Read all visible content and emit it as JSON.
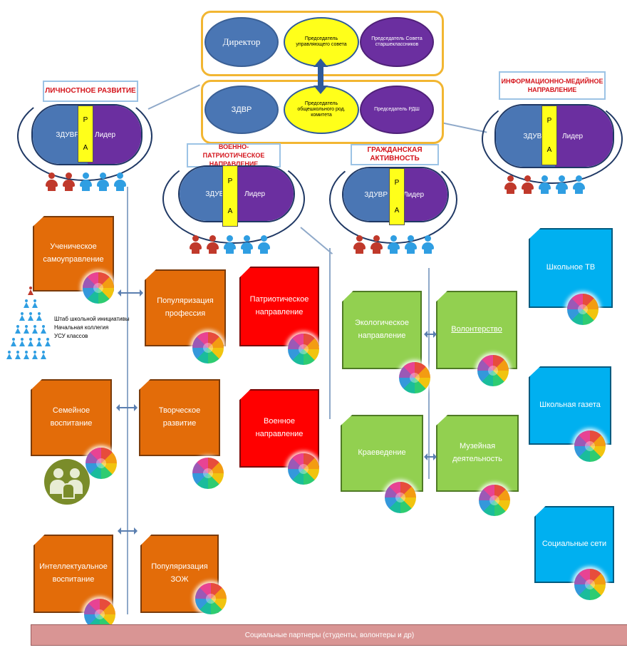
{
  "top": {
    "row1": [
      "Директор",
      "Председатель управляющего совета",
      "Председатель Совета старшеклассников"
    ],
    "row2": [
      "ЗДВР",
      "Председатель общешкольного род. комитета",
      "Председатель РДШ"
    ]
  },
  "clusters": [
    {
      "title": "ЛИЧНОСТНОЕ РАЗВИТИЕ",
      "left": "ЗДУВР",
      "ra_top": "Р",
      "ra_bottom": "А",
      "right": "Лидер"
    },
    {
      "title": "ВОЕННО-ПАТРИОТИЧЕСКОЕ НАПРАВЛЕНИЕ",
      "left": "ЗДУВР",
      "ra_top": "Р",
      "ra_bottom": "А",
      "right": "Лидер"
    },
    {
      "title": "ГРАЖДАНСКАЯ АКТИВНОСТЬ",
      "left": "ЗДУВР",
      "ra_top": "Р",
      "ra_bottom": "А",
      "right": "Лидер"
    },
    {
      "title": "ИНФОРМАЦИОННО-МЕДИЙНОЕ НАПРАВЛЕНИЕ",
      "left": "ЗДУВР",
      "ra_top": "Р",
      "ra_bottom": "А",
      "right": "Лидер"
    }
  ],
  "cards": {
    "orange": [
      "Ученическое самоуправление",
      "Популяризация профессия",
      "Семейное воспитание",
      "Творческое развитие",
      "Интеллектуальное воспитание",
      "Популяризация ЗОЖ"
    ],
    "red": [
      "Патриотическое направление",
      "Военное направление"
    ],
    "green": [
      "Экологическое направление",
      "Волонтерство",
      "Краеведение",
      "Музейная деятельность"
    ],
    "cyan": [
      "Школьное ТВ",
      "Школьная газета",
      "Социальные сети"
    ]
  },
  "self_gov_list": [
    "Штаб школьной инициативы",
    "Начальная коллегия",
    "УСУ классов"
  ],
  "footer": "Социальные партнеры (студенты, волонтеры и др)",
  "icons": [
    "puzzle-wheel-icon",
    "person-icon",
    "family-icon",
    "pyramid-people-icon"
  ]
}
